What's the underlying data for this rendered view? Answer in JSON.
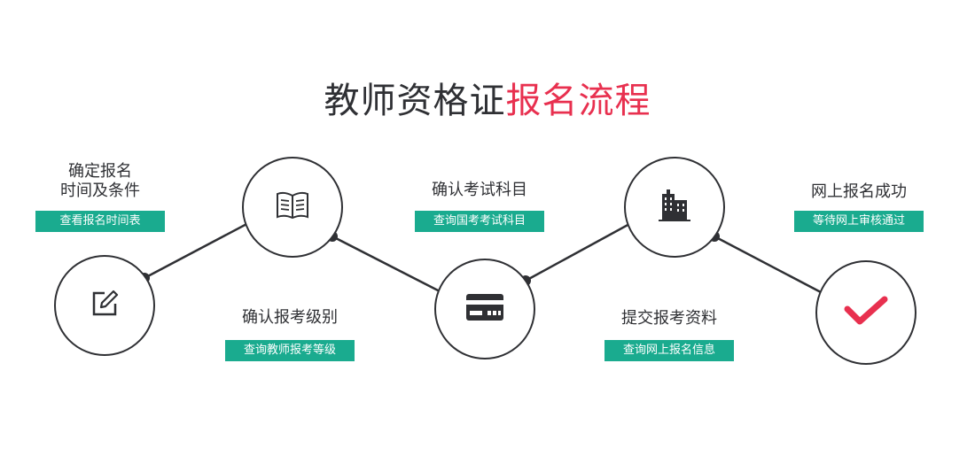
{
  "title": {
    "part1": "教师资格证",
    "part2": "报名流程"
  },
  "colors": {
    "accent_red": "#e8304f",
    "button_teal": "#1aab8f",
    "dark": "#2f3034"
  },
  "steps": [
    {
      "icon": "edit-icon",
      "label": "确定报名\n时间及条件",
      "button": "查看报名时间表"
    },
    {
      "icon": "book-icon",
      "label": "确认报考级别",
      "button": "查询教师报考等级"
    },
    {
      "icon": "card-icon",
      "label": "确认考试科目",
      "button": "查询国考考试科目"
    },
    {
      "icon": "building-icon",
      "label": "提交报考资料",
      "button": "查询网上报名信息"
    },
    {
      "icon": "checkmark-icon",
      "label": "网上报名成功",
      "button": "等待网上审核通过"
    }
  ]
}
